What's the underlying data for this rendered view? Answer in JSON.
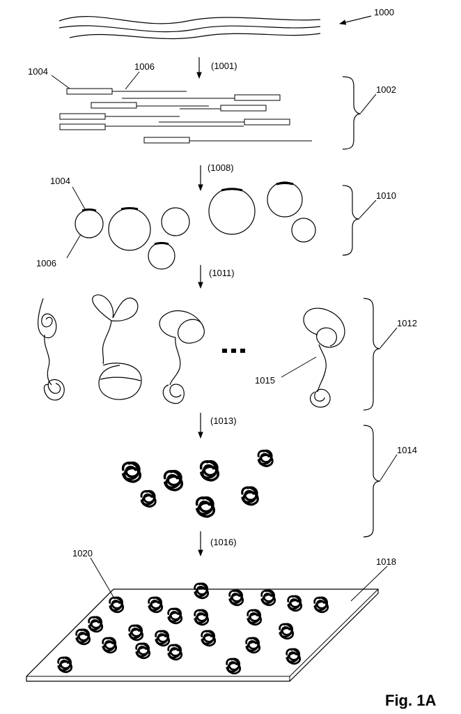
{
  "labels": {
    "ref_1000": "1000",
    "step_1001": "(1001)",
    "ref_1004_top": "1004",
    "ref_1006_top": "1006",
    "ref_1002": "1002",
    "step_1008": "(1008)",
    "ref_1004_mid": "1004",
    "ref_1010": "1010",
    "ref_1006_mid": "1006",
    "step_1011": "(1011)",
    "ref_1012": "1012",
    "ref_1015": "1015",
    "step_1013": "(1013)",
    "ref_1014": "1014",
    "step_1016": "(1016)",
    "ref_1020": "1020",
    "ref_1018": "1018"
  },
  "figure_label": "Fig. 1A"
}
